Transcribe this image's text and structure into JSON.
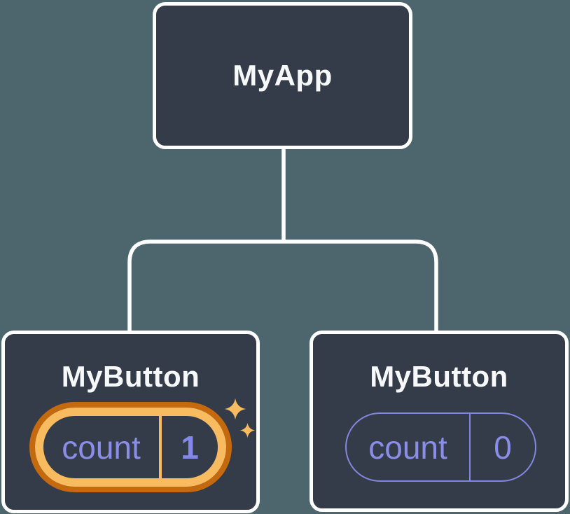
{
  "diagram": {
    "kind": "react-component-tree",
    "background_color": "#4d666d",
    "node_fill_color": "#353c49",
    "node_border_color": "#ffffff",
    "connector_color": "#ffffff",
    "title_text_color": "#f7f8fa",
    "state_purple_color": "#8a8ee6",
    "highlight_gold_color": "#f8bb60",
    "highlight_dark_orange_color": "#c4690e",
    "root": {
      "label": "MyApp"
    },
    "children": [
      {
        "label": "MyButton",
        "state": {
          "name": "count",
          "value": "1"
        },
        "highlighted": true,
        "decoration_icon": "sparkles-icon"
      },
      {
        "label": "MyButton",
        "state": {
          "name": "count",
          "value": "0"
        },
        "highlighted": false
      }
    ]
  }
}
